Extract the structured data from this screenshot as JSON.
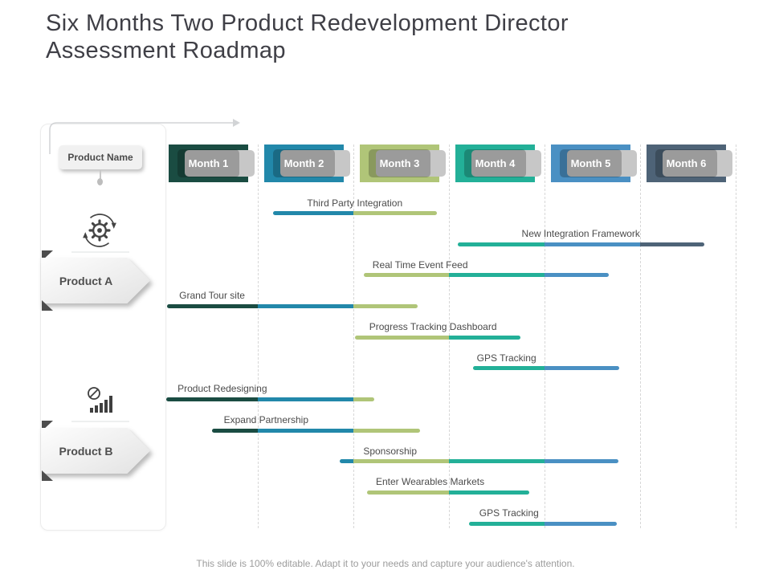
{
  "slide": {
    "title_line1": "Six Months Two Product Redevelopment Director",
    "title_line2": "Assessment Roadmap",
    "footer": "This slide is 100% editable. Adapt it to your needs and capture your audience's attention."
  },
  "sidebar": {
    "product_name_label": "Product Name",
    "products": [
      {
        "label": "Product A",
        "icon": "gear-process-icon"
      },
      {
        "label": "Product B",
        "icon": "bar-chart-edit-icon"
      }
    ]
  },
  "chart_data": {
    "type": "bar",
    "variant": "gantt_roadmap",
    "x_unit": "month",
    "x_range": [
      0,
      6
    ],
    "grid": "vertical-dashed",
    "grid_color": "#d7d7d7",
    "label_color": "#4b4b4b",
    "months": [
      {
        "label": "Month 1",
        "color": "#1A4C42"
      },
      {
        "label": "Month 2",
        "color": "#2288AA"
      },
      {
        "label": "Month 3",
        "color": "#B0C578"
      },
      {
        "label": "Month 4",
        "color": "#23B098"
      },
      {
        "label": "Month 5",
        "color": "#4A90C3"
      },
      {
        "label": "Month 6",
        "color": "#4E6377"
      }
    ],
    "tasks": [
      {
        "product": "Product A",
        "label": "Third Party Integration",
        "start_month": 1.16,
        "end_month": 2.87,
        "label_pos": 0.5
      },
      {
        "product": "Product A",
        "label": "New Integration Framework",
        "start_month": 3.09,
        "end_month": 5.67,
        "label_pos": 0.5
      },
      {
        "product": "Product A",
        "label": "Real Time Event Feed",
        "start_month": 2.11,
        "end_month": 4.67,
        "label_pos": 0.23
      },
      {
        "product": "Product A",
        "label": "Grand Tour site",
        "start_month": 0.05,
        "end_month": 2.67,
        "label_pos": 0.18
      },
      {
        "product": "Product A",
        "label": "Progress Tracking Dashboard",
        "start_month": 2.02,
        "end_month": 3.75,
        "label_pos": 0.47
      },
      {
        "product": "Product A",
        "label": "GPS Tracking",
        "start_month": 3.25,
        "end_month": 4.78,
        "label_pos": 0.23
      },
      {
        "product": "Product B",
        "label": "Product Redesigning",
        "start_month": 0.04,
        "end_month": 2.22,
        "label_pos": 0.27
      },
      {
        "product": "Product B",
        "label": "Expand Partnership",
        "start_month": 0.52,
        "end_month": 2.7,
        "label_pos": 0.26
      },
      {
        "product": "Product B",
        "label": "Sponsorship",
        "start_month": 1.86,
        "end_month": 4.77,
        "label_pos": 0.18
      },
      {
        "product": "Product B",
        "label": "Enter Wearables Markets",
        "start_month": 2.14,
        "end_month": 3.84,
        "label_pos": 0.39
      },
      {
        "product": "Product B",
        "label": "GPS Tracking",
        "start_month": 3.21,
        "end_month": 4.76,
        "label_pos": 0.27
      }
    ]
  }
}
